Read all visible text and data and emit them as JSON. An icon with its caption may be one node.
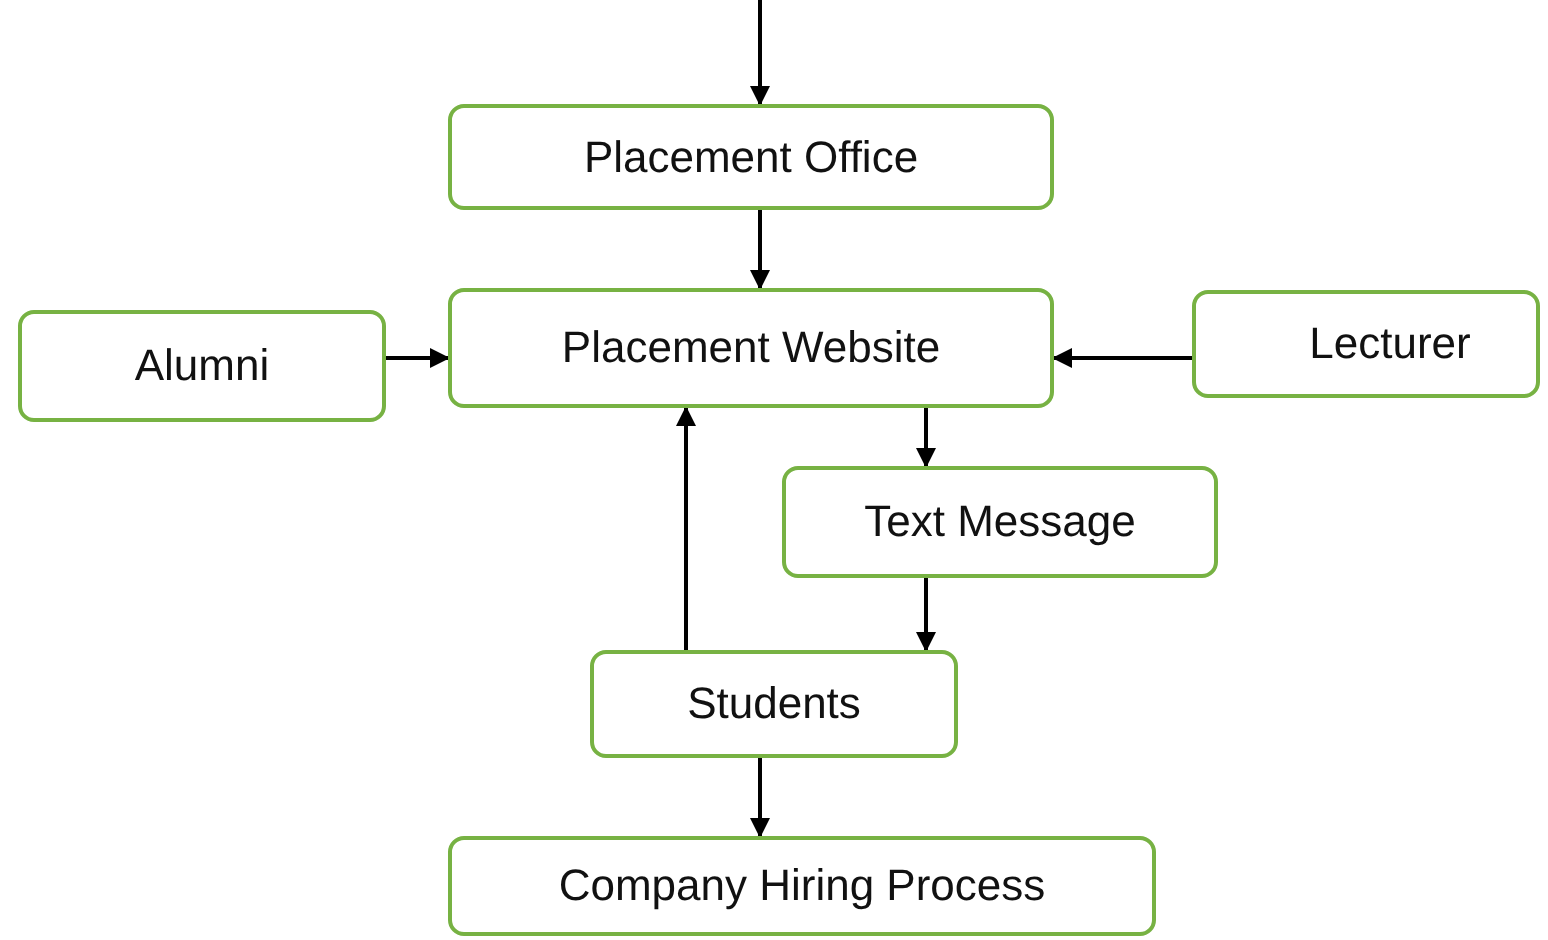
{
  "diagram": {
    "nodes": [
      {
        "text": [
          "Placement Office"
        ]
      },
      {
        "text": [
          "Placement Website"
        ]
      },
      {
        "text": [
          "Alumni"
        ]
      },
      {
        "text": [
          "Lecturer"
        ]
      },
      {
        "text": [
          "Text Message"
        ]
      },
      {
        "text": [
          "Students"
        ]
      },
      {
        "text": [
          "Company Hiring Process"
        ]
      }
    ],
    "edges": [
      {
        "from": null,
        "to": 0,
        "arrow": "to"
      },
      {
        "from": 0,
        "to": 1,
        "arrow": "to"
      },
      {
        "from": 2,
        "to": 1,
        "arrow": "to"
      },
      {
        "from": 3,
        "to": 1,
        "arrow": "to"
      },
      {
        "from": 1,
        "to": 4,
        "arrow": "to"
      },
      {
        "from": 4,
        "to": 5,
        "arrow": "to"
      },
      {
        "from": 5,
        "to": 1,
        "arrow": "to"
      },
      {
        "from": 5,
        "to": 6,
        "arrow": "to"
      }
    ]
  }
}
